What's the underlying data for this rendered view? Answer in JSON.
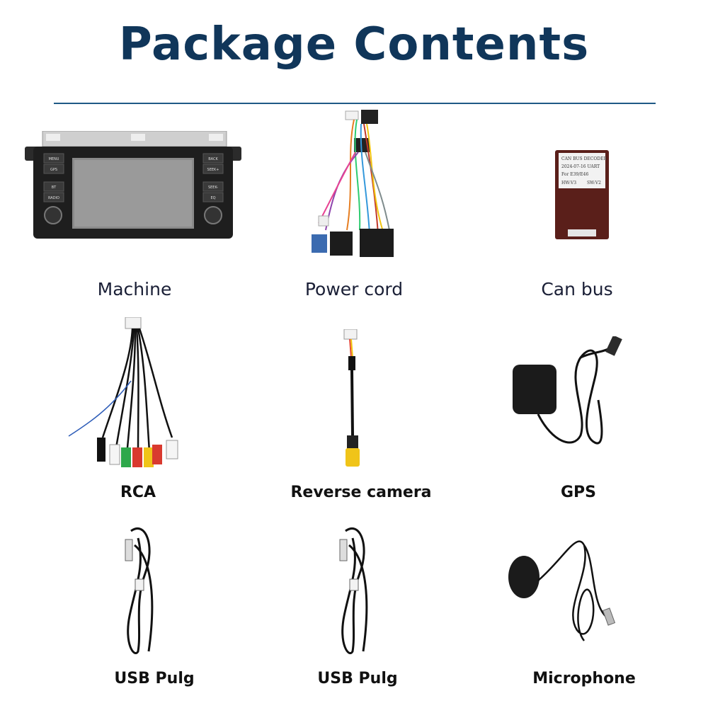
{
  "header": {
    "title": "Package Contents"
  },
  "items": [
    {
      "label": "Machine",
      "icon": "car-stereo-icon"
    },
    {
      "label": "Power cord",
      "icon": "wiring-harness-icon"
    },
    {
      "label": "Can bus",
      "icon": "canbus-decoder-icon"
    },
    {
      "label": "RCA",
      "icon": "rca-cable-icon"
    },
    {
      "label": "Reverse camera",
      "icon": "camera-cable-icon"
    },
    {
      "label": "GPS",
      "icon": "gps-antenna-icon"
    },
    {
      "label": "USB Pulg",
      "icon": "usb-cable-icon"
    },
    {
      "label": "USB Pulg",
      "icon": "usb-cable-icon"
    },
    {
      "label": "Microphone",
      "icon": "microphone-icon"
    }
  ],
  "stereo": {
    "left_buttons": [
      "MENU",
      "GPS",
      "BT",
      "RADIO"
    ],
    "right_buttons": [
      "BACK",
      "SEEK+",
      "SEEK-",
      "EQ"
    ]
  },
  "canbus": {
    "line1": "CAN BUS DECODER",
    "line2": "2024-07-16 UART",
    "line3": "For  E39/E46",
    "line4a": "HW:V3",
    "line4b": "SW:V2"
  },
  "colors": {
    "title": "#10365a",
    "rule": "#1f5a86"
  }
}
